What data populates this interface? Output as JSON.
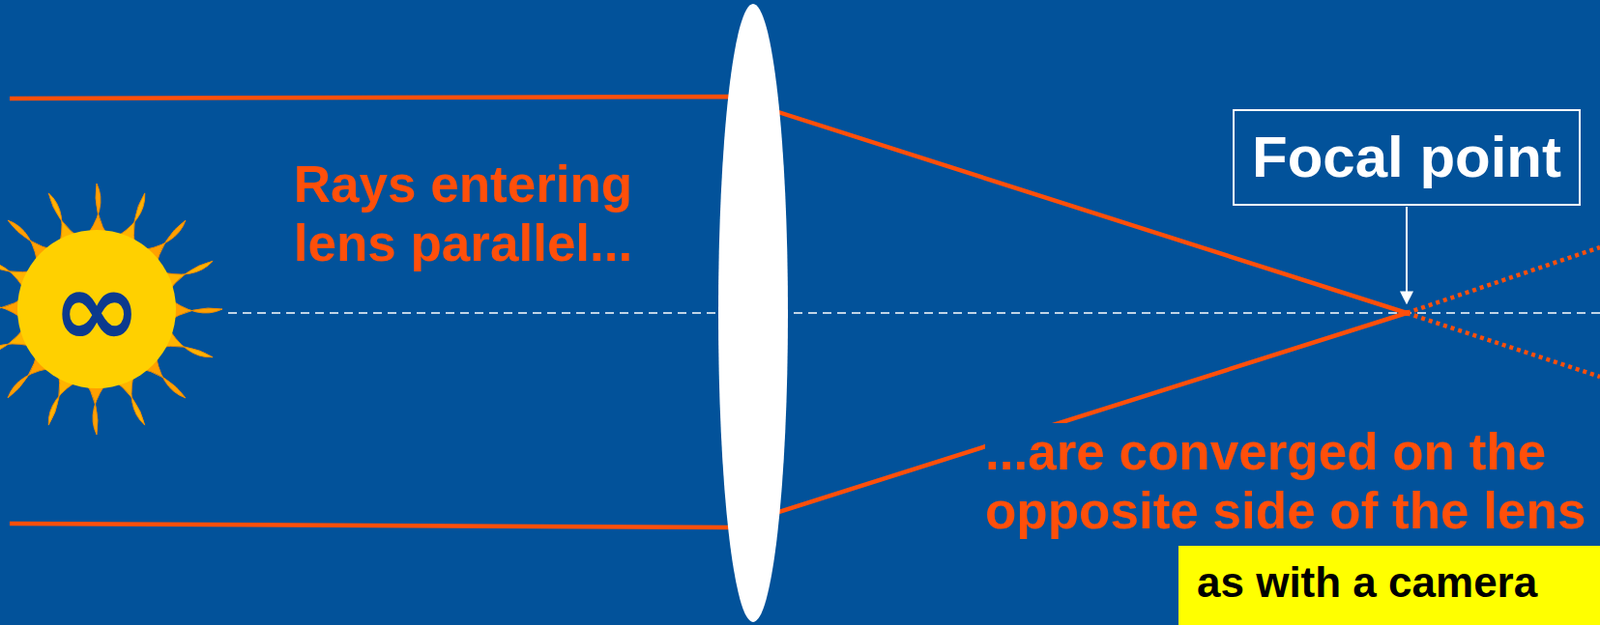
{
  "diagram": {
    "nodes": [
      {
        "text": [
          "∞"
        ]
      },
      {
        "text": [
          "Focal point"
        ]
      },
      {
        "text": [
          "as with a camera"
        ]
      }
    ],
    "labels": [
      "Rays entering lens parallel...",
      "...are converged on the opposite side of the lens"
    ]
  }
}
